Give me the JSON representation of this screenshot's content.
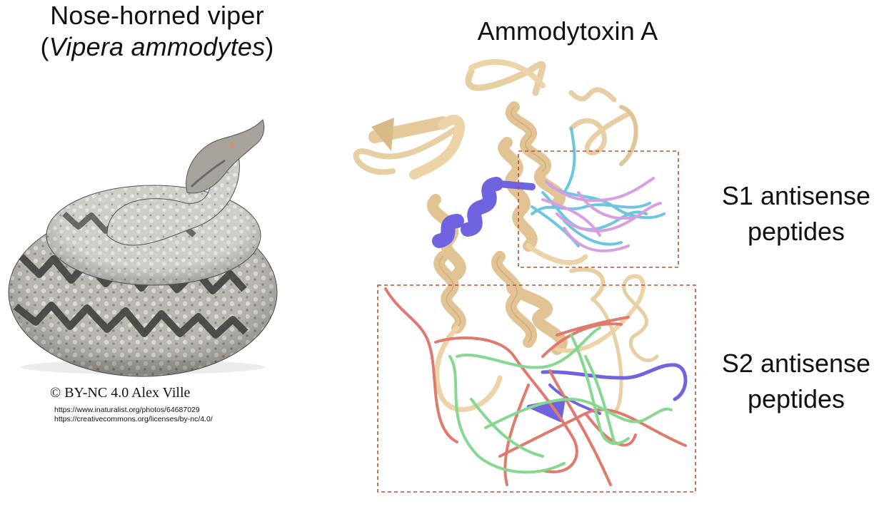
{
  "snake": {
    "title_line1": "Nose-horned viper",
    "title_line2_open": "(",
    "title_line2_italic": "Vipera ammodytes",
    "title_line2_close": ")",
    "credit": "© BY-NC 4.0 Alex Ville",
    "url_photo": "https://www.inaturalist.org/photos/64687029",
    "url_license": "https://creativecommons.org/licenses/by-nc/4.0/"
  },
  "protein": {
    "title": "Ammodytoxin A",
    "s1": {
      "line1": "S1 antisense",
      "line2": "peptides"
    },
    "s2": {
      "line1": "S2 antisense",
      "line2": "peptides"
    }
  },
  "colors": {
    "ribbon": "#ecd3a8",
    "ribbon_dark": "#c9a87a",
    "helix_highlight": "#7167e0",
    "s1_blue": "#6cc6dd",
    "s1_pink": "#d7a0e0",
    "s2_red": "#e07a6e",
    "s2_green": "#86d890",
    "box_border": "#b8542e"
  }
}
